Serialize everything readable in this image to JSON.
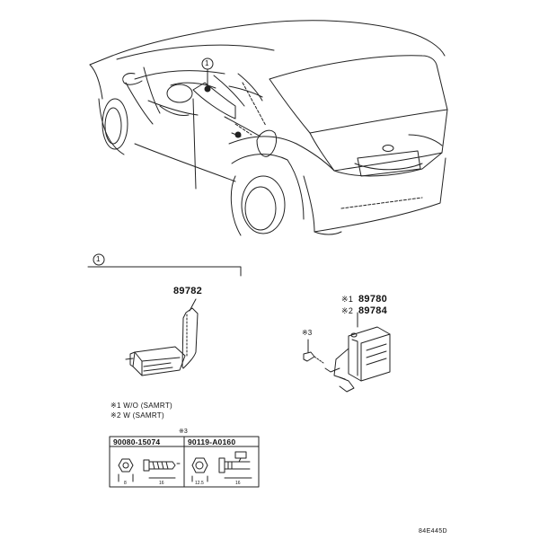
{
  "callout": {
    "marker": "1"
  },
  "section": {
    "marker": "1"
  },
  "parts": {
    "p89782": "89782",
    "p89780": "89780",
    "p89784": "89784",
    "p89780_mark": "※1",
    "p89784_mark": "※2",
    "bolt_mark": "※3"
  },
  "notes": {
    "n1": "※1 W/O (SAMRT)",
    "n2": "※2 W (SAMRT)"
  },
  "fastener_table": {
    "ref": "※3",
    "headers": [
      "90080-15074",
      "90119-A0160"
    ],
    "dims": [
      "8",
      "16",
      "12.5",
      "16"
    ]
  },
  "figure_code": "84E445D"
}
